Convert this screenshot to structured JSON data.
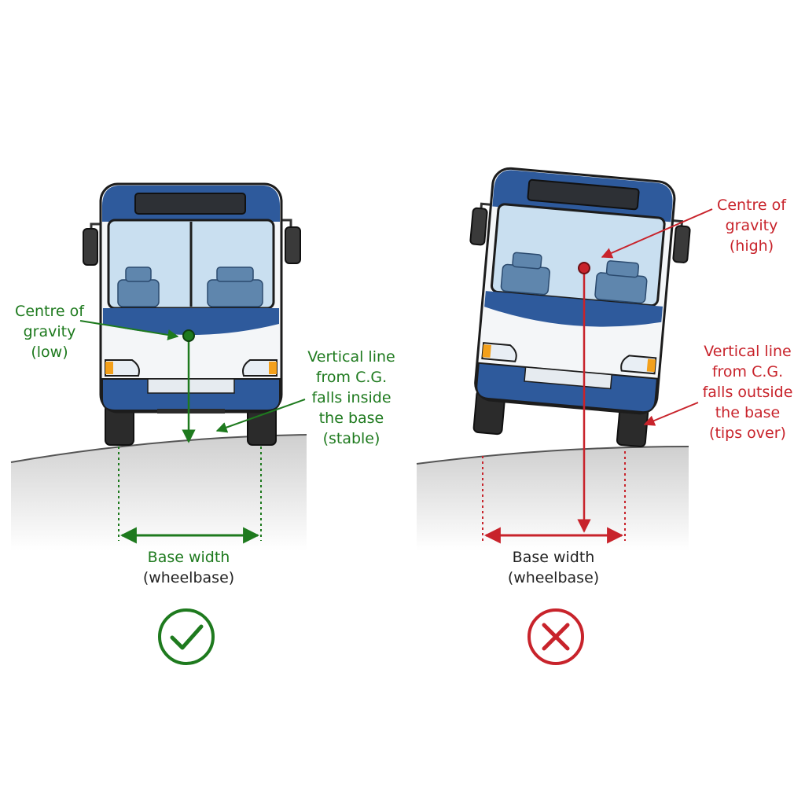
{
  "colors": {
    "stable": "#1e7a1e",
    "unstable": "#c8232b",
    "bus_blue": "#2e5a9c",
    "bus_white": "#f4f6f8",
    "glass": "#c9dff0",
    "seat": "#5f86ad",
    "tyre": "#2b2b2b",
    "road": "#d9d9d9",
    "indicator": "#f3a01b"
  },
  "stable": {
    "cg_label_1": "Centre of",
    "cg_label_2": "gravity",
    "cg_label_3": "(low)",
    "line_label_1": "Vertical line",
    "line_label_2": "from C.G.",
    "line_label_3": "falls inside",
    "line_label_4": "the base",
    "line_label_5": "(stable)",
    "base_label_1": "Base width",
    "base_label_2": "(wheelbase)",
    "icon": "check-icon"
  },
  "unstable": {
    "cg_label_1": "Centre of",
    "cg_label_2": "gravity",
    "cg_label_3": "(high)",
    "line_label_1": "Vertical line",
    "line_label_2": "from C.G.",
    "line_label_3": "falls outside",
    "line_label_4": "the base",
    "line_label_5": "(tips over)",
    "base_label_1": "Base width",
    "base_label_2": "(wheelbase)",
    "icon": "cross-icon"
  }
}
